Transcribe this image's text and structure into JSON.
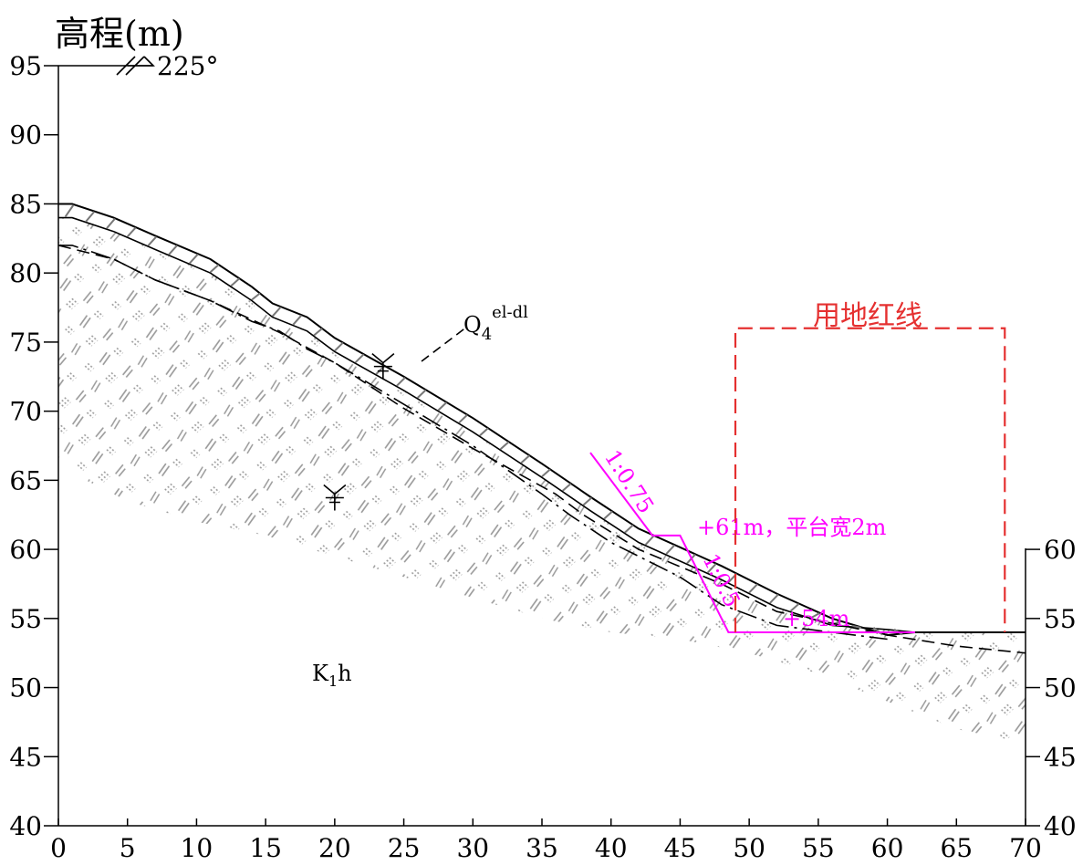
{
  "y_axis_title": "高程(m)",
  "direction_label": "225°",
  "x_ticks": [
    "0",
    "5",
    "10",
    "15",
    "20",
    "25",
    "30",
    "35",
    "40",
    "45",
    "50",
    "55",
    "60",
    "65",
    "70"
  ],
  "y_ticks": [
    "40",
    "45",
    "50",
    "55",
    "60",
    "65",
    "70",
    "75",
    "80",
    "85",
    "90",
    "95"
  ],
  "right_y_ticks": [
    "40",
    "45",
    "50",
    "55",
    "60"
  ],
  "layer_labels": {
    "overburden": "Q",
    "overburden_sub": "4",
    "overburden_sup": "el-dl",
    "bedrock": "K",
    "bedrock_sub": "1",
    "bedrock_tail": "h"
  },
  "slope_design": {
    "upper_ratio": "1:0.75",
    "lower_ratio": "1:0.5",
    "platform_note": "+61m，平台宽2m",
    "toe_note": "+54m"
  },
  "boundary_label": "用地红线",
  "colors": {
    "design_line": "#ff00ff",
    "boundary": "#e53030",
    "strata": "#000000",
    "rock_pattern": "#9a9a9a"
  },
  "chart_data": {
    "type": "geological-section",
    "x_range": [
      0,
      70
    ],
    "y_range": [
      40,
      95
    ],
    "ground_surface": [
      [
        0,
        85
      ],
      [
        1,
        85
      ],
      [
        4,
        84
      ],
      [
        7,
        82.7
      ],
      [
        11,
        81
      ],
      [
        14,
        79
      ],
      [
        15.5,
        77.8
      ],
      [
        18,
        76.8
      ],
      [
        20,
        75.3
      ],
      [
        25,
        72.5
      ],
      [
        30,
        69.5
      ],
      [
        35,
        66.2
      ],
      [
        38.5,
        63.8
      ],
      [
        42,
        61.5
      ],
      [
        48,
        58.8
      ],
      [
        52,
        56.8
      ],
      [
        56,
        55
      ],
      [
        60,
        53.8
      ],
      [
        62,
        54
      ],
      [
        70,
        54
      ]
    ],
    "overburden_base": [
      [
        0,
        84
      ],
      [
        1,
        84
      ],
      [
        4,
        83
      ],
      [
        7,
        81.7
      ],
      [
        11,
        80
      ],
      [
        14,
        78
      ],
      [
        15.5,
        76.8
      ],
      [
        18,
        75.8
      ],
      [
        20,
        74.3
      ],
      [
        25,
        71.5
      ],
      [
        30,
        68.5
      ],
      [
        35,
        65.2
      ],
      [
        38.5,
        62.8
      ],
      [
        42,
        60.5
      ],
      [
        48,
        57.8
      ],
      [
        52,
        55.8
      ],
      [
        56,
        54.5
      ],
      [
        60,
        54.2
      ],
      [
        62,
        54
      ]
    ],
    "rock_boundary": [
      [
        0,
        82
      ],
      [
        1,
        82
      ],
      [
        4,
        81
      ],
      [
        7,
        79.5
      ],
      [
        11,
        78
      ],
      [
        14,
        76.5
      ],
      [
        16,
        75.8
      ],
      [
        18,
        74.5
      ],
      [
        20,
        73.5
      ],
      [
        25,
        70.5
      ],
      [
        30,
        67.5
      ],
      [
        35,
        64
      ],
      [
        37,
        62.5
      ],
      [
        40,
        60.5
      ],
      [
        45,
        58
      ],
      [
        48,
        56
      ],
      [
        52,
        54.5
      ],
      [
        56,
        54
      ],
      [
        60,
        53.5
      ]
    ],
    "water_table": [
      [
        0,
        82
      ],
      [
        4,
        81
      ],
      [
        7,
        79.5
      ],
      [
        11,
        78
      ],
      [
        16,
        75.7
      ],
      [
        20,
        73.5
      ],
      [
        25,
        70.2
      ],
      [
        30,
        67.3
      ],
      [
        36,
        64
      ],
      [
        38,
        62.5
      ],
      [
        42,
        60
      ],
      [
        48,
        57.5
      ],
      [
        52,
        55.5
      ],
      [
        60,
        53.8
      ],
      [
        65,
        53
      ],
      [
        70,
        52.5
      ]
    ],
    "cut_slope": [
      [
        38.5,
        67
      ],
      [
        43,
        61
      ],
      [
        45,
        61
      ],
      [
        48.5,
        54
      ],
      [
        62,
        54
      ]
    ],
    "boundary_box": {
      "x": [
        49,
        68.5
      ],
      "y": [
        54,
        76
      ]
    },
    "water_level_markers": [
      [
        23.5,
        73.5
      ],
      [
        20,
        64
      ]
    ]
  }
}
